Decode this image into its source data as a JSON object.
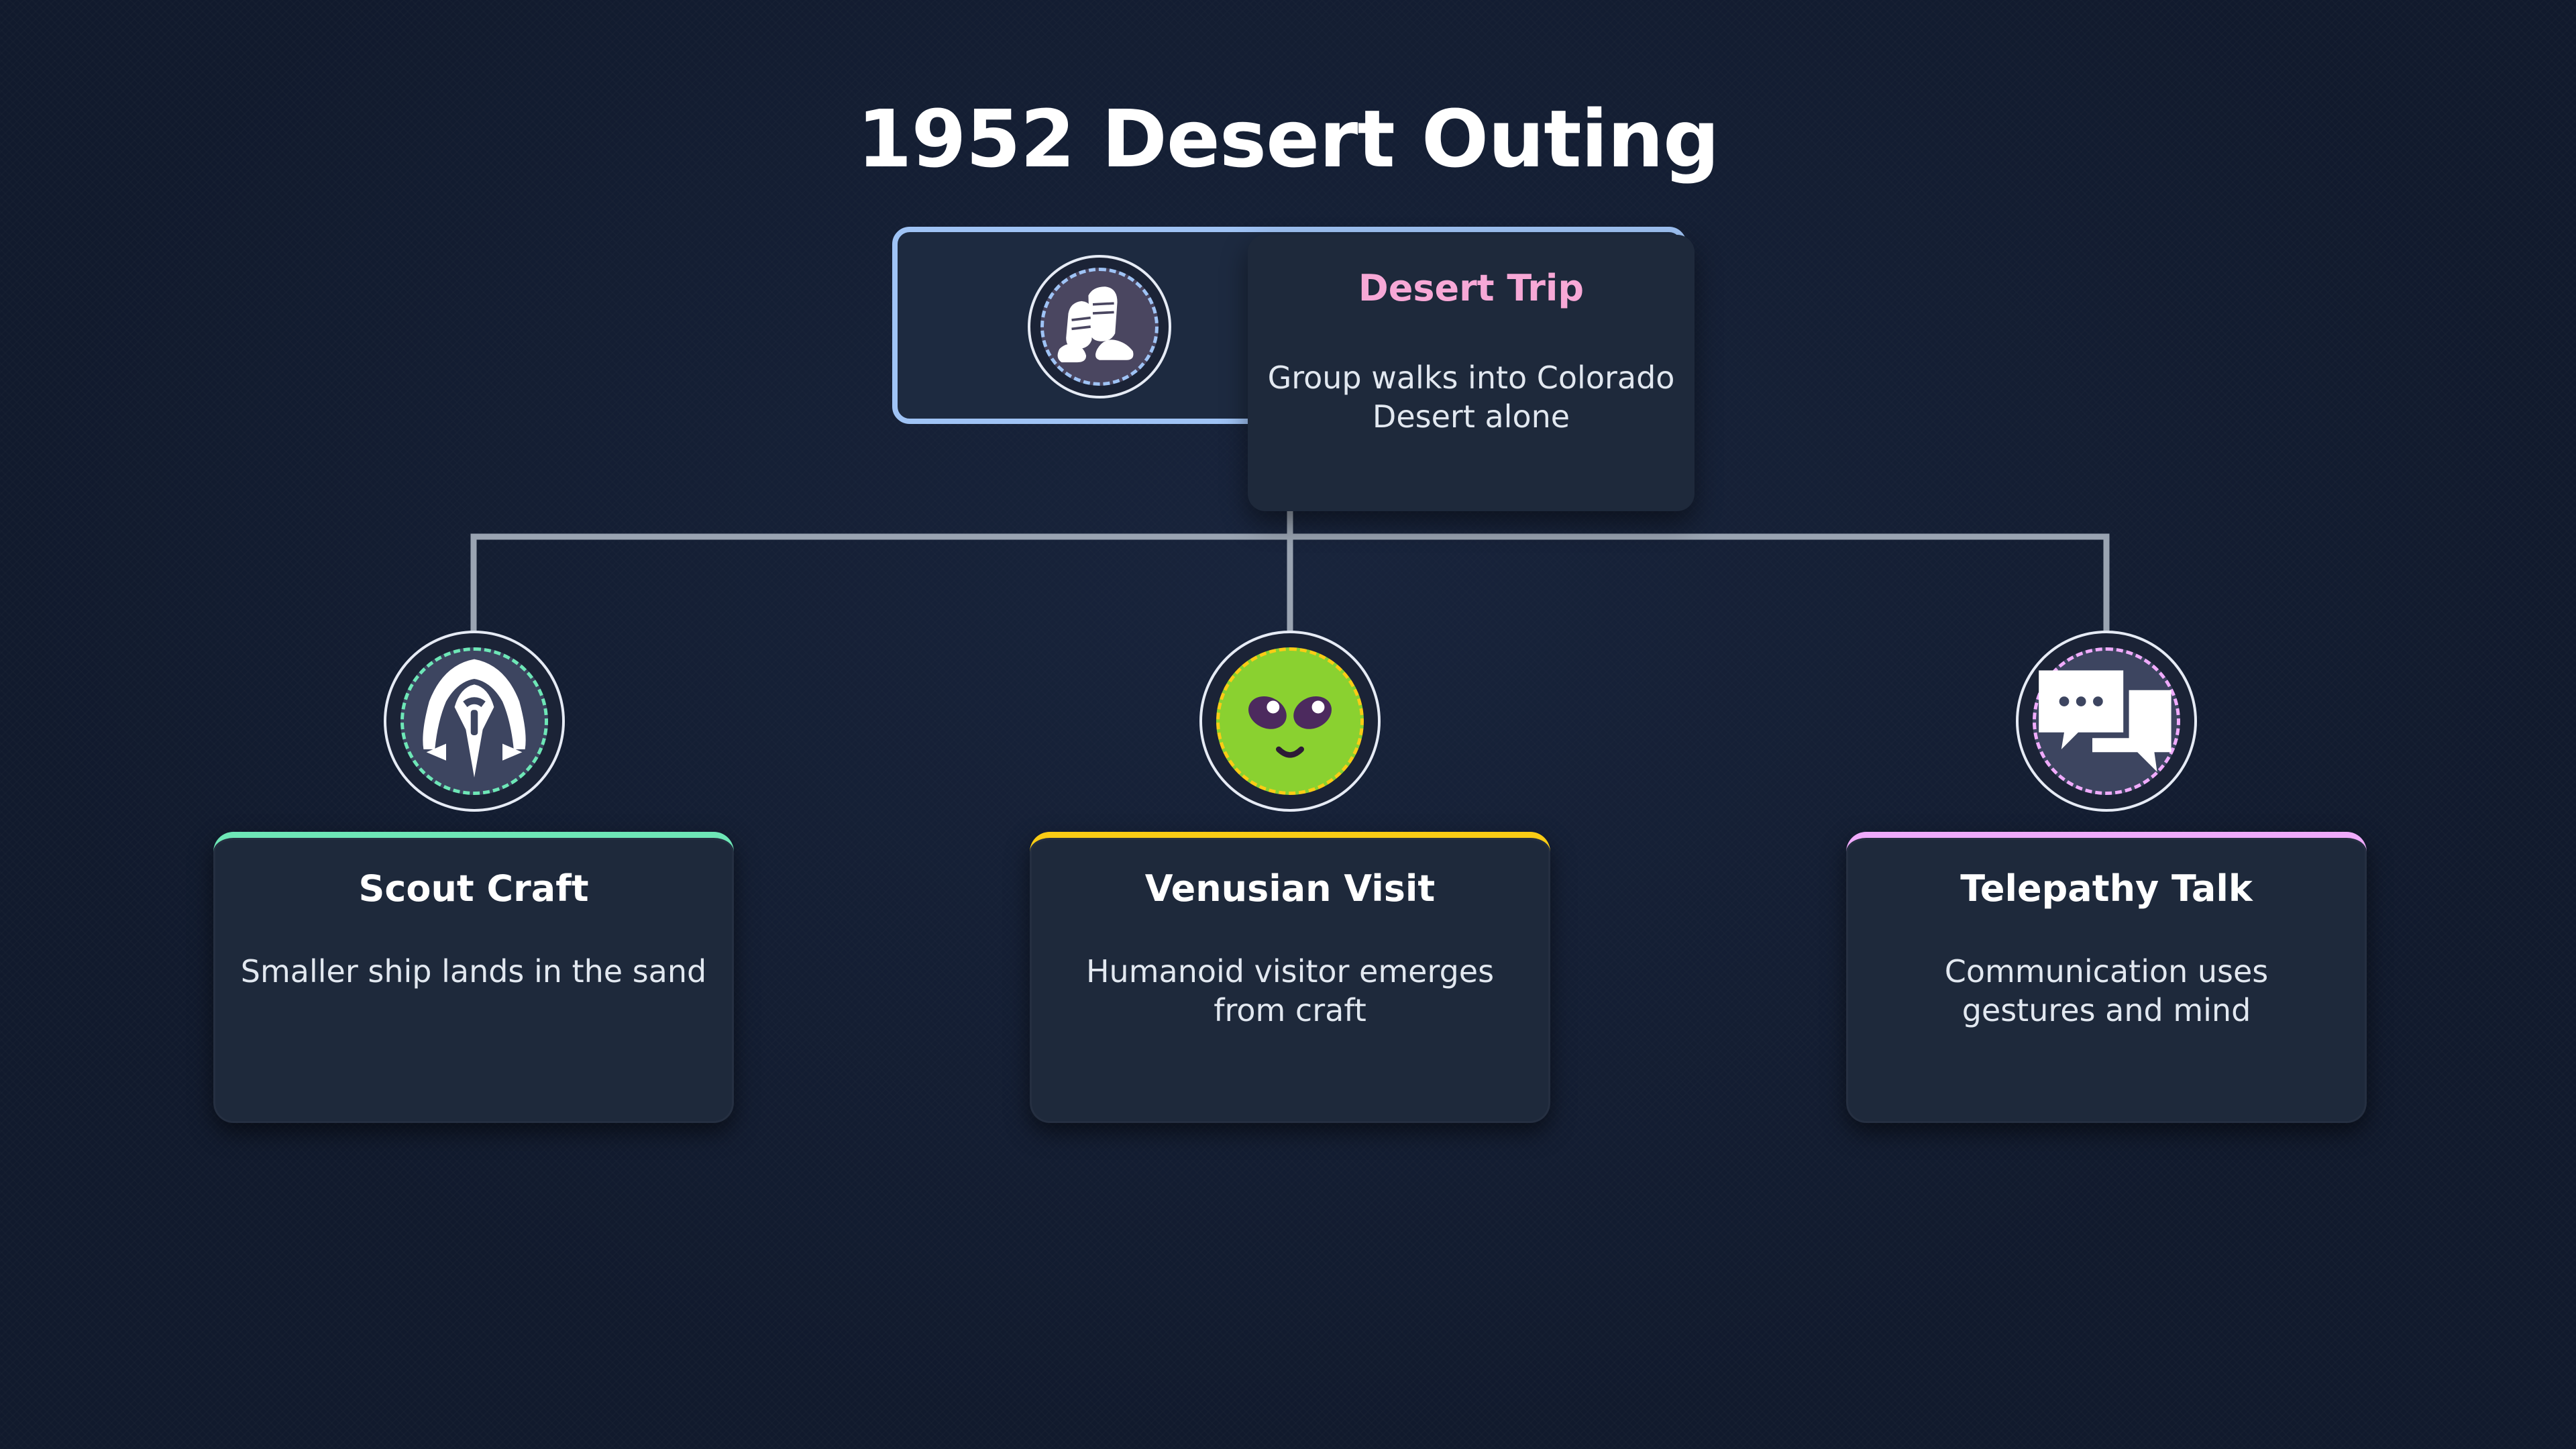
{
  "title": "1952 Desert Outing",
  "colors": {
    "background": "#111a2d",
    "root_border": "#9fc3f5",
    "root_title": "#f7a8d6",
    "connector": "#9aa4b2",
    "scout_accent": "#6ee7b7",
    "venusian_accent": "#facc15",
    "telepathy_accent": "#f0abfc"
  },
  "root": {
    "title": "Desert Trip",
    "description": "Group walks into Colorado Desert alone",
    "icon": "footprints-icon"
  },
  "children": [
    {
      "title": "Scout Craft",
      "description": "Smaller ship lands in the sand",
      "icon": "spaceship-icon",
      "accent": "#6ee7b7"
    },
    {
      "title": "Venusian Visit",
      "description": "Humanoid visitor emerges from craft",
      "icon": "alien-face-icon",
      "accent": "#facc15"
    },
    {
      "title": "Telepathy Talk",
      "description": "Communication uses gestures and mind",
      "icon": "speech-bubbles-icon",
      "accent": "#f0abfc"
    }
  ]
}
